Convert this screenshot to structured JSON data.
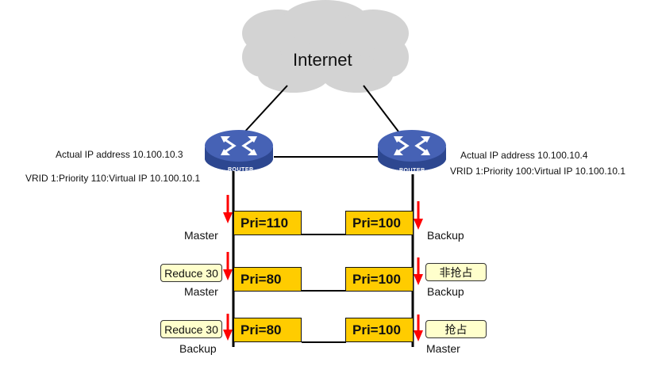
{
  "cloud": {
    "label": "Internet",
    "icon": "cloud-icon",
    "color": "#d3d3d3"
  },
  "routers": [
    {
      "id": "left",
      "label": "ROUTER",
      "icon": "router-icon",
      "color": "#3f5aa8",
      "actual_ip": "Actual IP address 10.100.10.3",
      "vrid": "VRID 1:Priority 110:Virtual IP  10.100.10.1"
    },
    {
      "id": "right",
      "label": "ROUTER",
      "icon": "router-icon",
      "color": "#3f5aa8",
      "actual_ip": "Actual IP address 10.100.10.4",
      "vrid": "VRID 1:Priority 100:Virtual IP  10.100.10.1"
    }
  ],
  "stages": [
    {
      "left": {
        "priority": "Pri=110",
        "state": "Master",
        "note": null
      },
      "right": {
        "priority": "Pri=100",
        "state": "Backup",
        "note": null
      }
    },
    {
      "left": {
        "priority": "Pri=80",
        "state": "Master",
        "note": "Reduce 30"
      },
      "right": {
        "priority": "Pri=100",
        "state": "Backup",
        "note": "非抢占"
      }
    },
    {
      "left": {
        "priority": "Pri=80",
        "state": "Backup",
        "note": "Reduce 30"
      },
      "right": {
        "priority": "Pri=100",
        "state": "Master",
        "note": "抢占"
      }
    }
  ],
  "colors": {
    "priority_box": "#ffcc00",
    "note_box": "#ffffcc",
    "arrow": "#ff0000",
    "line": "#000000"
  }
}
